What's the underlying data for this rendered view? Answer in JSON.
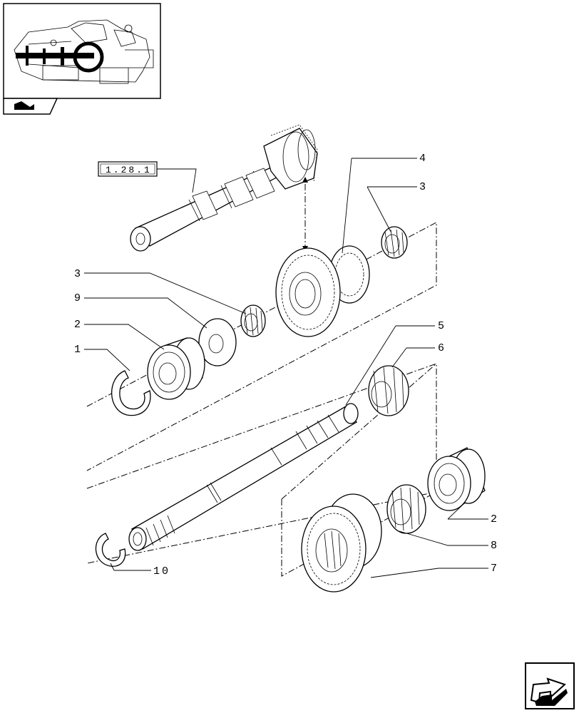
{
  "reference_box": {
    "label": "1.28.1"
  },
  "callouts": [
    {
      "id": "1",
      "label": "1"
    },
    {
      "id": "2a",
      "label": "2"
    },
    {
      "id": "3a",
      "label": "3"
    },
    {
      "id": "9",
      "label": "9"
    },
    {
      "id": "4",
      "label": "4"
    },
    {
      "id": "3b",
      "label": "3"
    },
    {
      "id": "5",
      "label": "5"
    },
    {
      "id": "6",
      "label": "6"
    },
    {
      "id": "2b",
      "label": "2"
    },
    {
      "id": "8",
      "label": "8"
    },
    {
      "id": "7",
      "label": "7"
    },
    {
      "id": "10",
      "label": "10"
    }
  ],
  "icons": {
    "thumbnail": "transmission-locator-thumbnail",
    "section_badge": "vehicle-section-icon",
    "nav": "next-page-arrow-icon"
  }
}
